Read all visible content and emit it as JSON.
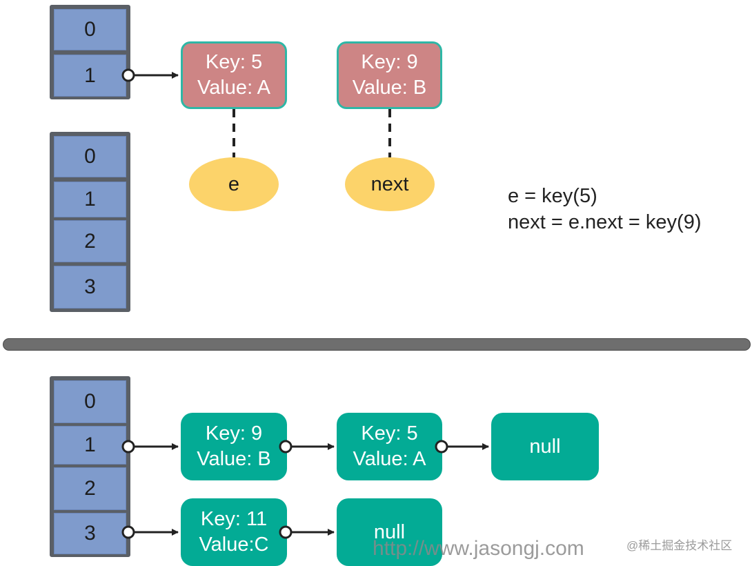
{
  "top": {
    "array_a": [
      "0",
      "1"
    ],
    "array_b": [
      "0",
      "1",
      "2",
      "3"
    ],
    "nodes": [
      {
        "key": "Key: 5",
        "value": "Value: A"
      },
      {
        "key": "Key: 9",
        "value": "Value: B"
      }
    ],
    "pointers": [
      "e",
      "next"
    ],
    "notes": [
      "e = key(5)",
      "next = e.next = key(9)"
    ]
  },
  "bottom": {
    "array": [
      "0",
      "1",
      "2",
      "3"
    ],
    "row1": [
      {
        "key": "Key: 9",
        "value": "Value: B"
      },
      {
        "key": "Key: 5",
        "value": "Value: A"
      }
    ],
    "row1_null": "null",
    "row3": [
      {
        "key": "Key: 11",
        "value": "Value:C"
      }
    ],
    "row3_null": "null"
  },
  "watermarks": [
    "http://www.jasongj.com",
    "@稀土掘金技术社区"
  ],
  "colors": {
    "array_cell": "#7f9bcc",
    "array_border": "#5a5f66",
    "node_old": "#cd8585",
    "node_new": "#03ab95",
    "pointer": "#fcd36a",
    "divider": "#6e6e6e"
  }
}
